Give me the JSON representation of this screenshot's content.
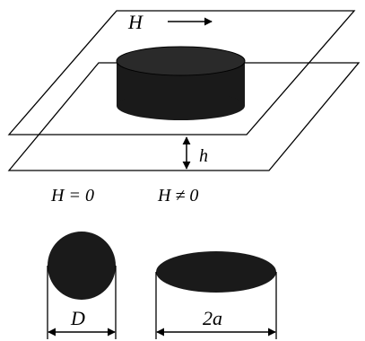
{
  "labels": {
    "field": "H",
    "gap": "h",
    "zero_field": "H = 0",
    "nonzero_field": "H ≠ 0",
    "diameter": "D",
    "major_axis": "2a"
  },
  "colors": {
    "ink": "#000000",
    "fill": "#1a1a1a",
    "background": "#ffffff"
  }
}
